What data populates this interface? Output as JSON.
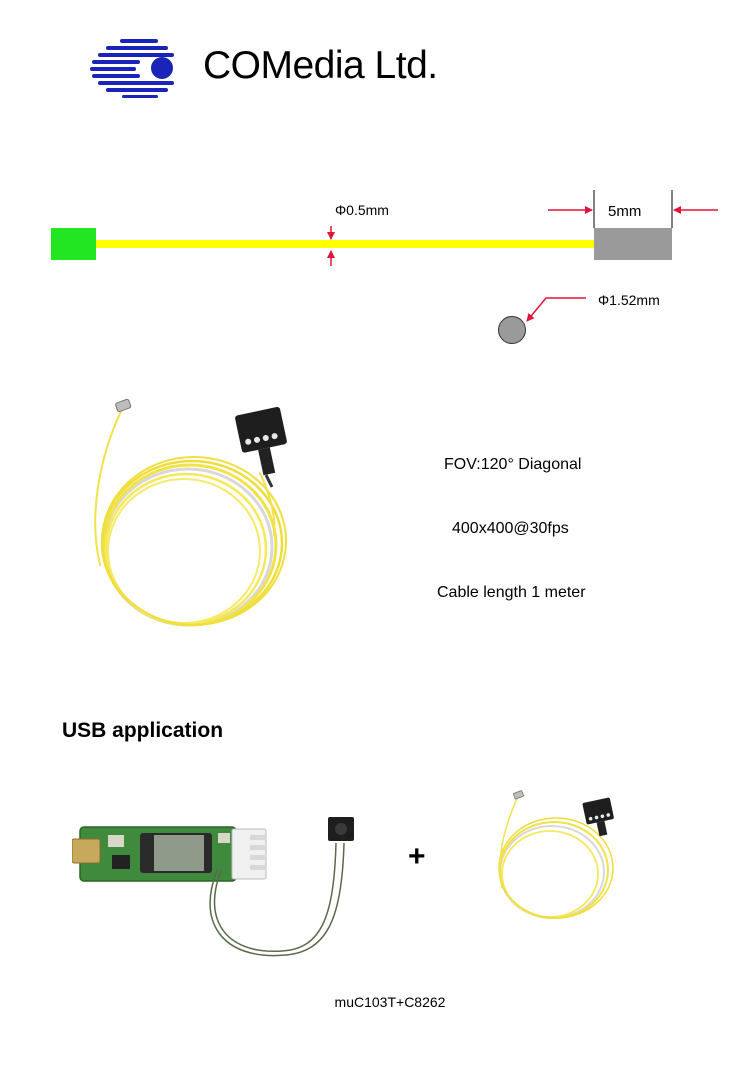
{
  "header": {
    "company_name": "COMedia Ltd."
  },
  "diagram": {
    "cable_diameter": "Φ0.5mm",
    "head_length": "5mm",
    "head_diameter": "Φ1.52mm",
    "colors": {
      "connector": "#22e622",
      "cable": "#ffff00",
      "head": "#9a9a9a",
      "arrow": "#e0153a"
    }
  },
  "specs": {
    "fov": "FOV:120° Diagonal",
    "resolution": "400x400@30fps",
    "cable_length": "Cable length 1 meter"
  },
  "usb_section": {
    "title": "USB application",
    "plus": "+",
    "caption": "muC103T+C8262"
  }
}
